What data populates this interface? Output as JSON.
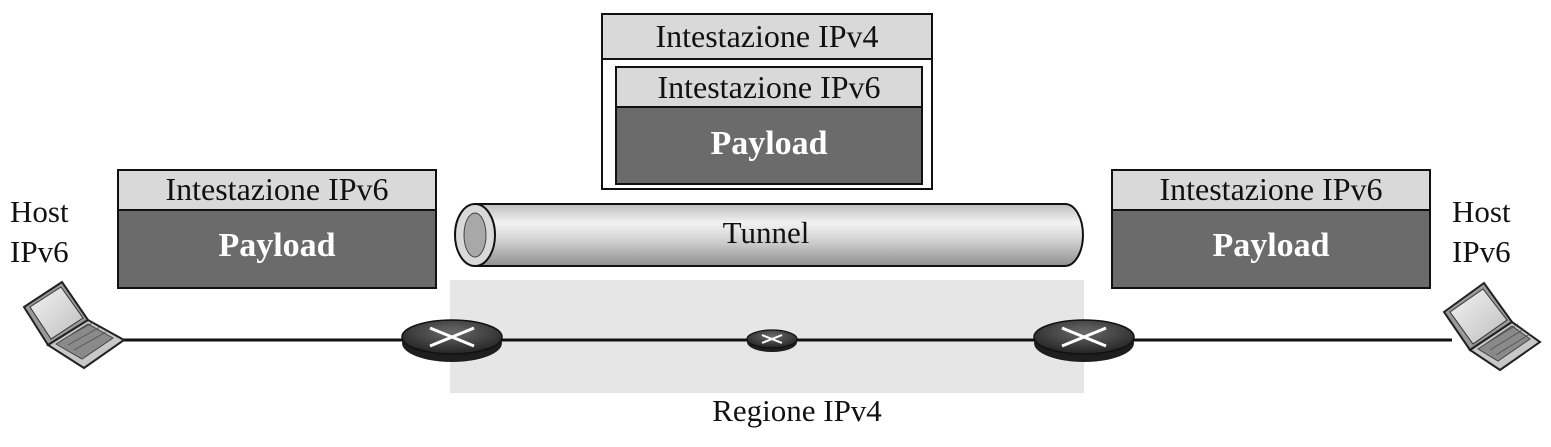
{
  "diagram": {
    "left_host": {
      "line1": "Host",
      "line2": "IPv6"
    },
    "right_host": {
      "line1": "Host",
      "line2": "IPv6"
    },
    "left_packet": {
      "header": "Intestazione IPv6",
      "payload": "Payload"
    },
    "right_packet": {
      "header": "Intestazione IPv6",
      "payload": "Payload"
    },
    "tunnel_packet": {
      "outer_header": "Intestazione IPv4",
      "inner_header": "Intestazione IPv6",
      "payload": "Payload"
    },
    "tunnel_label": "Tunnel",
    "region_label": "Regione IPv4"
  },
  "colors": {
    "header_fill": "#d9d9d9",
    "payload_fill": "#6b6b6b",
    "region_fill": "#e6e6e6",
    "router_fill": "#3a3a3a",
    "border": "#111111"
  }
}
